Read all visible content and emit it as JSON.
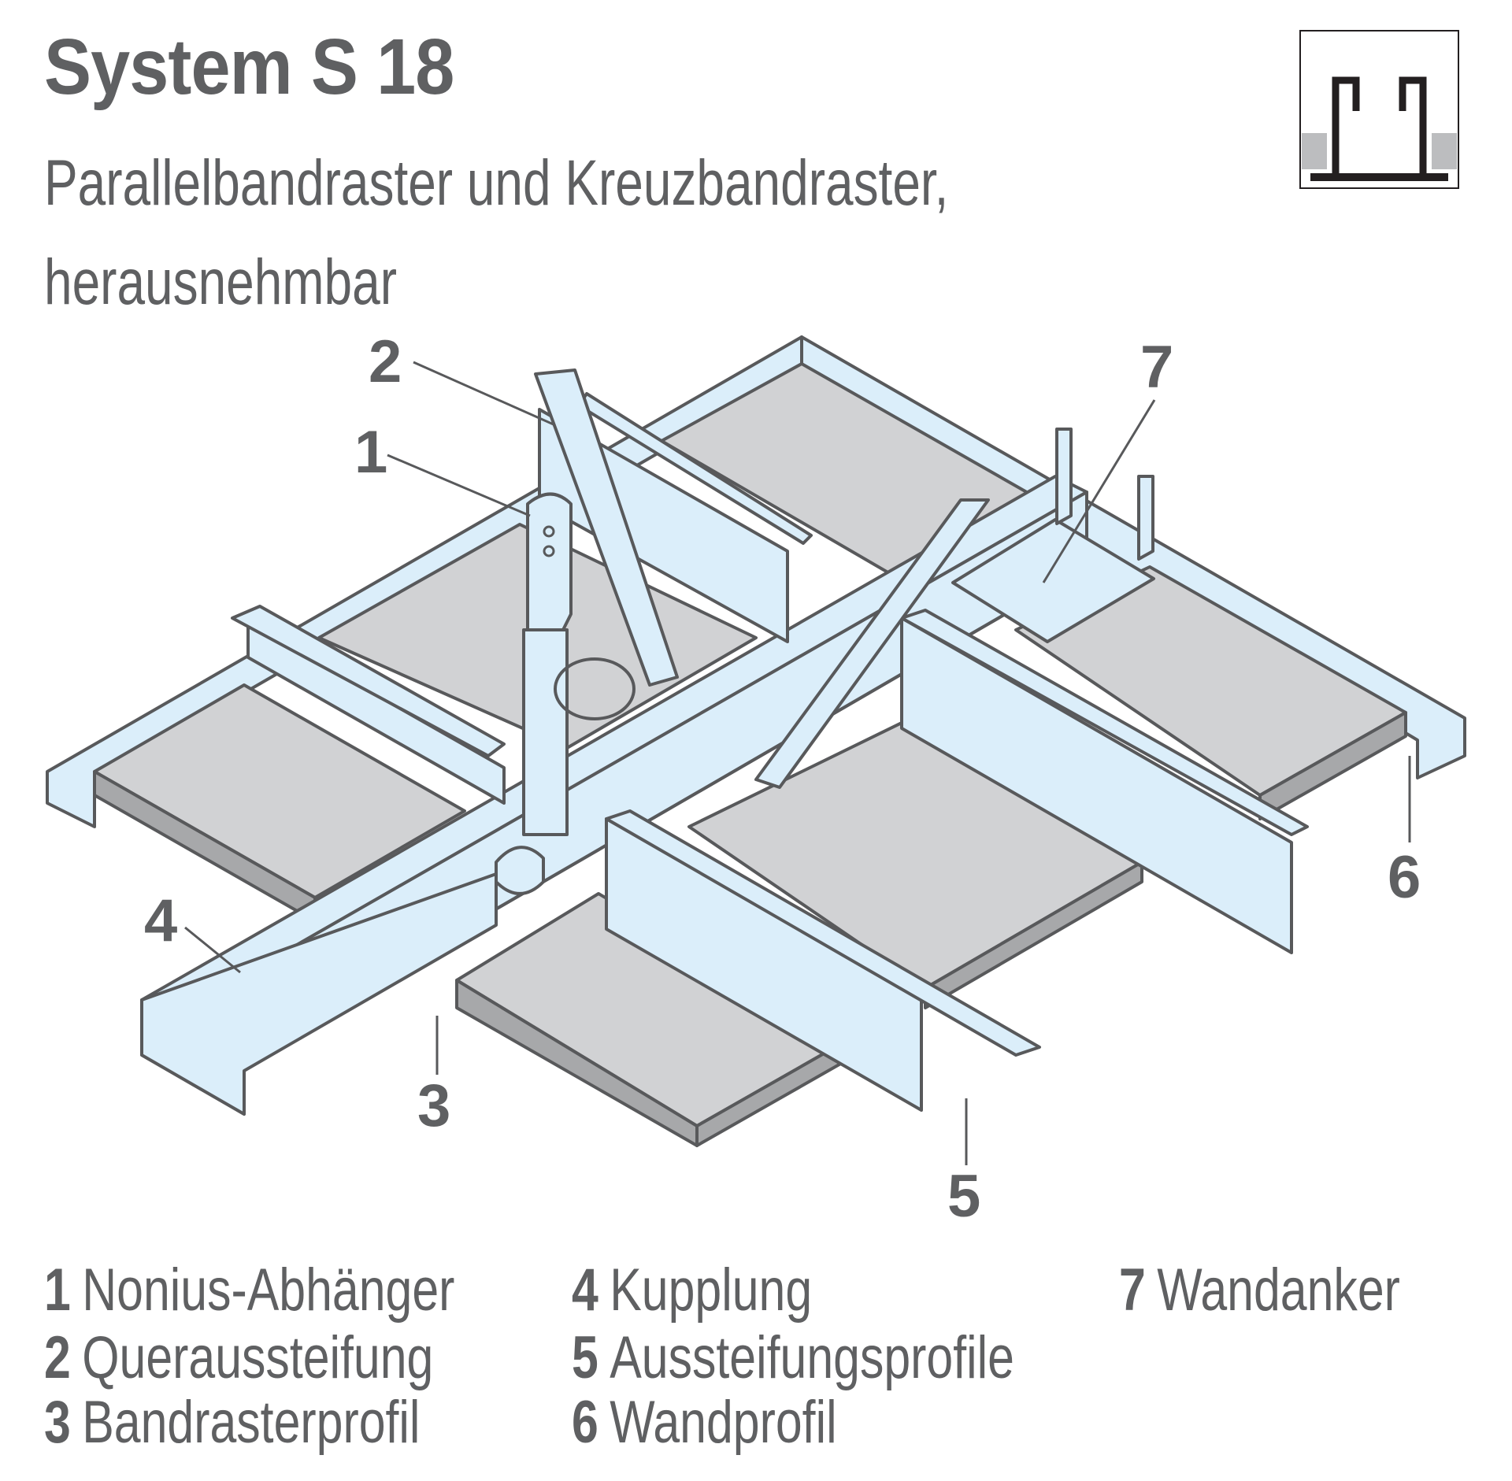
{
  "header": {
    "title": "System S 18",
    "subtitle_line1": "Parallelbandraster und Kreuzbandraster,",
    "subtitle_line2": "herausnehmbar"
  },
  "profile_icon": {
    "name": "profile-cross-section-icon"
  },
  "callouts": [
    {
      "num": "1"
    },
    {
      "num": "2"
    },
    {
      "num": "3"
    },
    {
      "num": "4"
    },
    {
      "num": "5"
    },
    {
      "num": "6"
    },
    {
      "num": "7"
    }
  ],
  "legend": [
    {
      "num": "1",
      "label": "Nonius-Abhänger"
    },
    {
      "num": "2",
      "label": "Queraussteifung"
    },
    {
      "num": "3",
      "label": "Bandrasterprofil"
    },
    {
      "num": "4",
      "label": "Kupplung"
    },
    {
      "num": "5",
      "label": "Aussteifungsprofile"
    },
    {
      "num": "6",
      "label": "Wandprofil"
    },
    {
      "num": "7",
      "label": "Wandanker"
    }
  ],
  "colors": {
    "text": "#5f6062",
    "metal": "#dbeefa",
    "panel_top": "#d1d2d4",
    "panel_edge": "#a7a8aa",
    "stroke": "#58595b",
    "icon_black": "#231f20",
    "icon_gray": "#bcbdbf"
  }
}
